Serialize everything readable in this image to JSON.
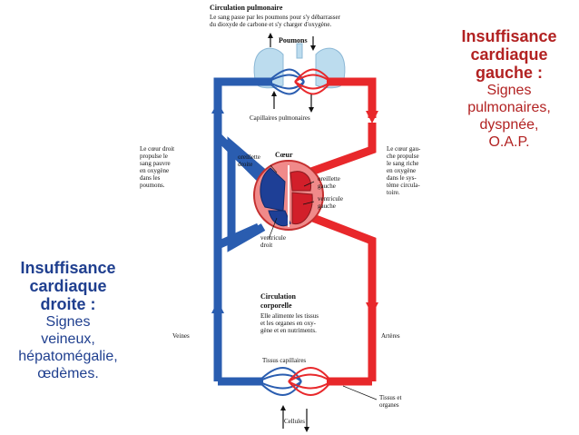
{
  "diagram": {
    "pulmonary_circulation_title": "Circulation pulmonaire",
    "pulmonary_circulation_desc": [
      "Le sang passe par les poumons pour s'y débarrasser",
      "du dioxyde de carbone et s'y charger d'oxygène."
    ],
    "lungs_label": "Poumons",
    "pulmonary_capillaries_label": "Capillaires pulmonaires",
    "heart_label": "Cœur",
    "right_atrium_label": [
      "oreillette",
      "droite"
    ],
    "left_atrium_label": [
      "oreillette",
      "gauche"
    ],
    "left_ventricle_label": [
      "ventricule",
      "gauche"
    ],
    "right_ventricle_label": [
      "ventricule",
      "droit"
    ],
    "right_heart_desc": [
      "Le cœur droit",
      "propulse le",
      "sang pauvre",
      "en oxygène",
      "dans les",
      "poumons."
    ],
    "left_heart_desc": [
      "Le cœur gau-",
      "che propulse",
      "le sang riche",
      "en oxygène",
      "dans le sys-",
      "tème circula-",
      "toire."
    ],
    "systemic_circulation_title": [
      "Circulation",
      "corporelle"
    ],
    "systemic_circulation_desc": [
      "Elle alimente les tissus",
      "et les organes en oxy-",
      "gène et en nutriments."
    ],
    "veins_label": "Veines",
    "arteries_label": "Artères",
    "tissue_capillaries_label": "Tissus capillaires",
    "tissues_organs_label": [
      "Tissus et",
      "organes"
    ],
    "cells_label": "Cellules",
    "colors": {
      "oxygenated": "#e8282b",
      "deoxygenated": "#2a5db0",
      "left_title": "#b22222",
      "right_title": "#1f3f8f"
    }
  },
  "left_failure": {
    "title": [
      "Insuffisance",
      "cardiaque",
      "gauche :"
    ],
    "signs": [
      "Signes",
      "pulmonaires,",
      "dyspnée,",
      "O.A.P."
    ]
  },
  "right_failure": {
    "title": [
      "Insuffisance",
      "cardiaque",
      "droite :"
    ],
    "signs": [
      "Signes",
      "veineux,",
      "hépatomégalie,",
      "œdèmes."
    ]
  }
}
